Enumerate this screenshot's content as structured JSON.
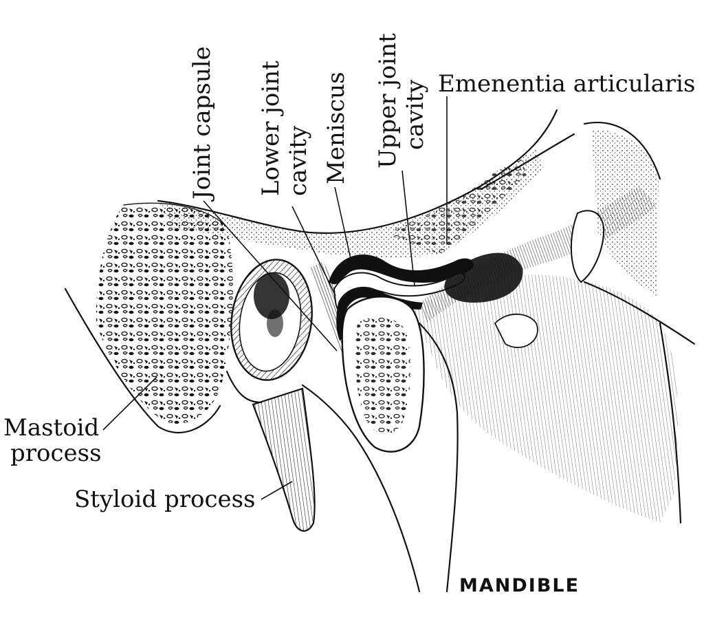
{
  "labels": {
    "joint_capsule": "Joint capsule",
    "lower_joint_cavity_1": "Lower joint",
    "lower_joint_cavity_2": "cavity",
    "meniscus": "Meniscus",
    "upper_joint_cavity_1": "Upper joint",
    "upper_joint_cavity_2": "cavity",
    "ementia": "Emenentia articularis",
    "mastoid_1": "Mastoid",
    "mastoid_2": "process",
    "styloid": "Styloid process",
    "mandible": "MANDIBLE"
  },
  "colors": {
    "ink": "#111111",
    "paper": "#ffffff"
  }
}
